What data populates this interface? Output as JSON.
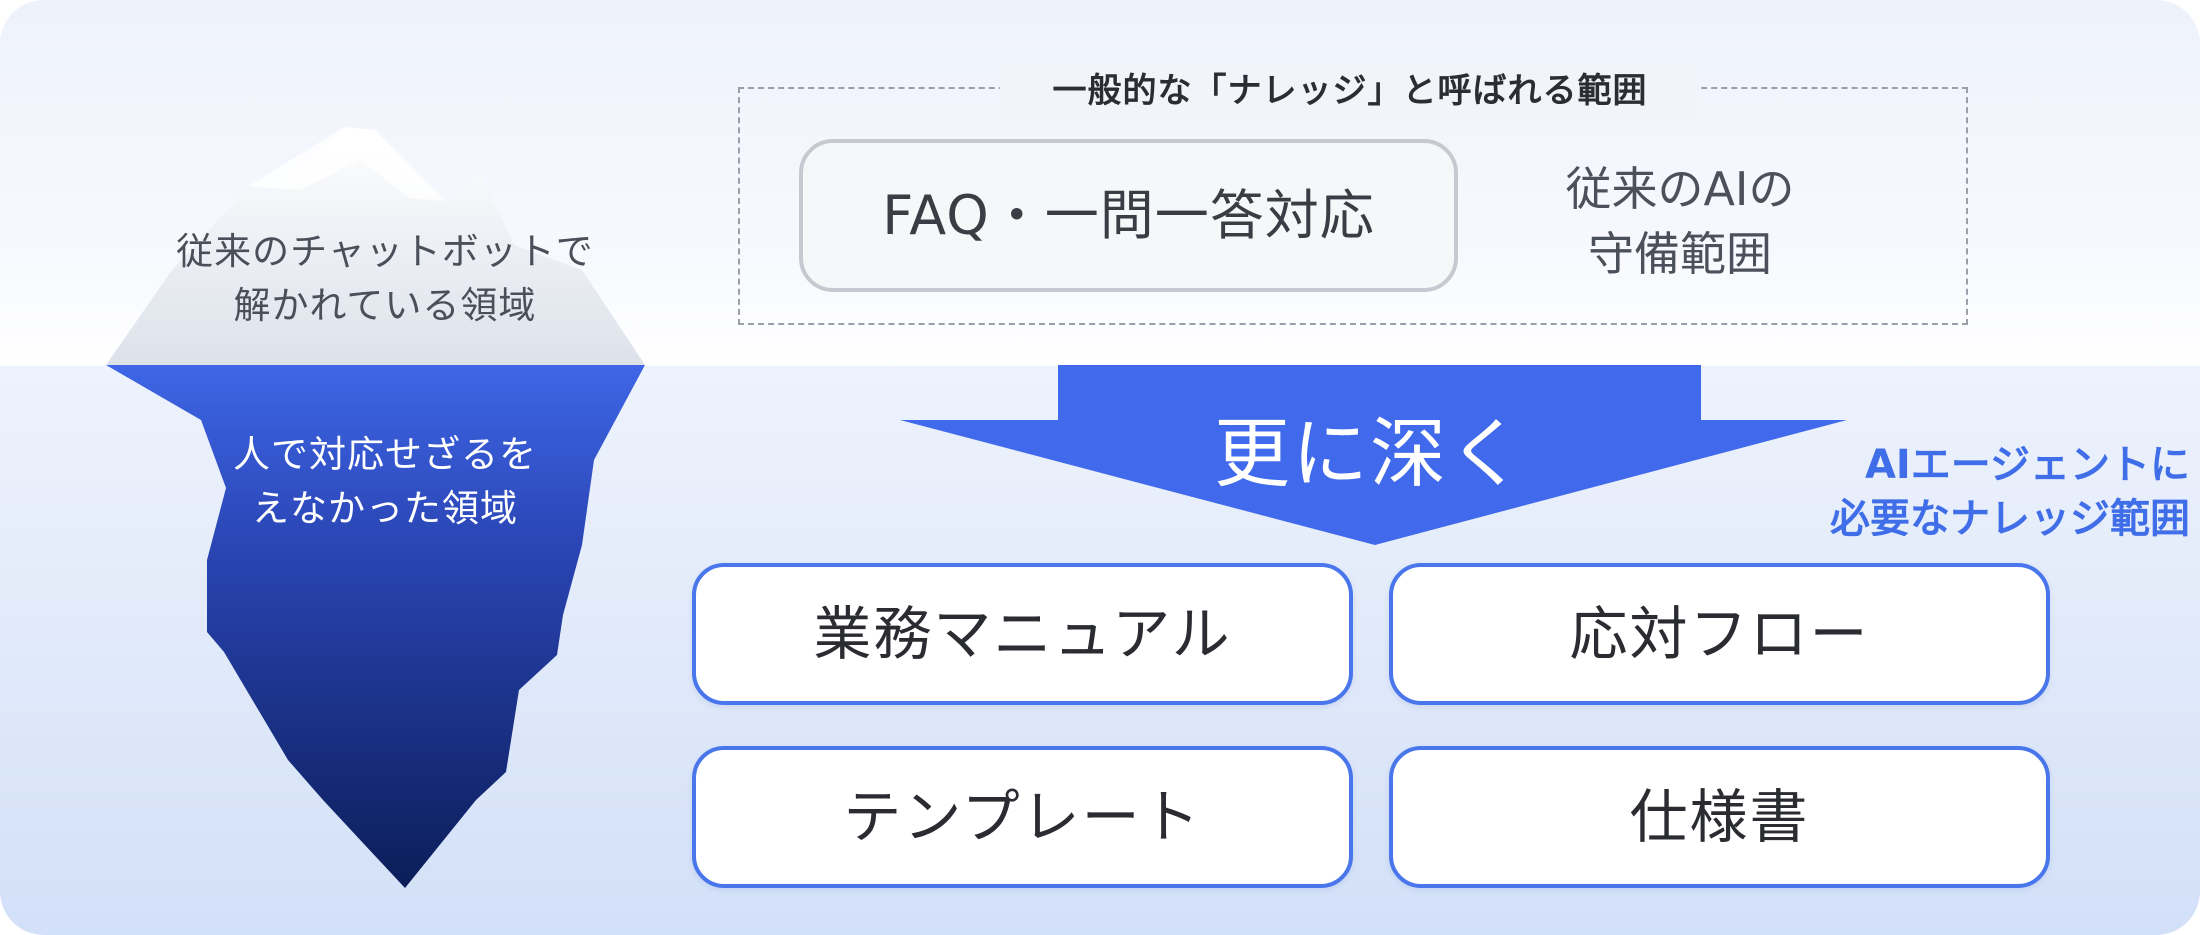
{
  "iceberg": {
    "above_label": [
      "従来のチャットボットで",
      "解かれている領域"
    ],
    "below_label": [
      "人で対応せざるを",
      "えなかった領域"
    ]
  },
  "general_knowledge": {
    "title": "一般的な「ナレッジ」と呼ばれる範囲",
    "faq_box": "FAQ・一問一答対応",
    "traditional_ai": [
      "従来のAIの",
      "守備範囲"
    ]
  },
  "arrow": {
    "label": "更に深く"
  },
  "ai_agent": {
    "label": [
      "AIエージェントに",
      "必要なナレッジ範囲"
    ]
  },
  "knowledge_boxes": [
    "業務マニュアル",
    "応対フロー",
    "テンプレート",
    "仕様書"
  ],
  "colors": {
    "accent_blue": "#4a76ec",
    "ai_label": "#3f6ee8",
    "iceberg_deep": "#0d1f5c",
    "iceberg_surface": "#3e66e6",
    "arrow": "#4069ec"
  }
}
